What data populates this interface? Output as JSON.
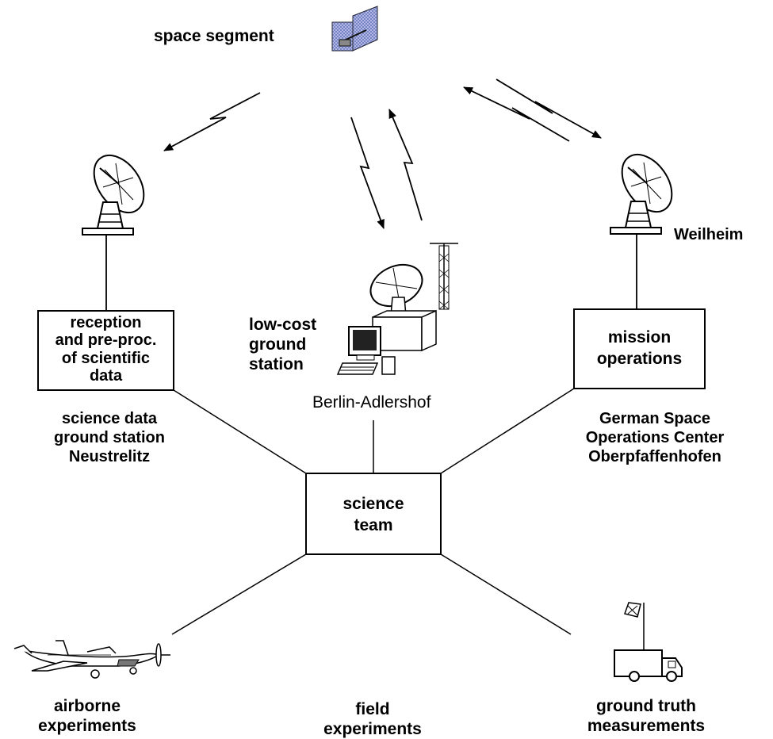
{
  "space_segment": {
    "label": "space segment",
    "icon": "satellite-icon"
  },
  "weilheim": {
    "label": "Weilheim",
    "icon": "dish-antenna-icon"
  },
  "reception_box": {
    "lines": [
      "reception",
      "and pre-proc.",
      "of scientific",
      "data"
    ]
  },
  "science_data_station": {
    "lines": [
      "science data",
      "ground station",
      "Neustrelitz"
    ],
    "icon": "dish-antenna-icon"
  },
  "low_cost_station": {
    "lines": [
      "low-cost",
      "ground",
      "station"
    ],
    "location": "Berlin-Adlershof",
    "icon": "ground-station-icon"
  },
  "mission_box": {
    "lines": [
      "mission",
      "operations"
    ]
  },
  "gsoc": {
    "lines": [
      "German Space",
      "Operations Center",
      "Oberpfaffenhofen"
    ]
  },
  "science_team_box": {
    "lines": [
      "science",
      "team"
    ]
  },
  "airborne": {
    "lines": [
      "airborne",
      "experiments"
    ],
    "icon": "airplane-icon"
  },
  "field": {
    "lines": [
      "field",
      "experiments"
    ]
  },
  "ground_truth": {
    "lines": [
      "ground truth",
      "measurements"
    ],
    "icon": "truck-icon"
  }
}
